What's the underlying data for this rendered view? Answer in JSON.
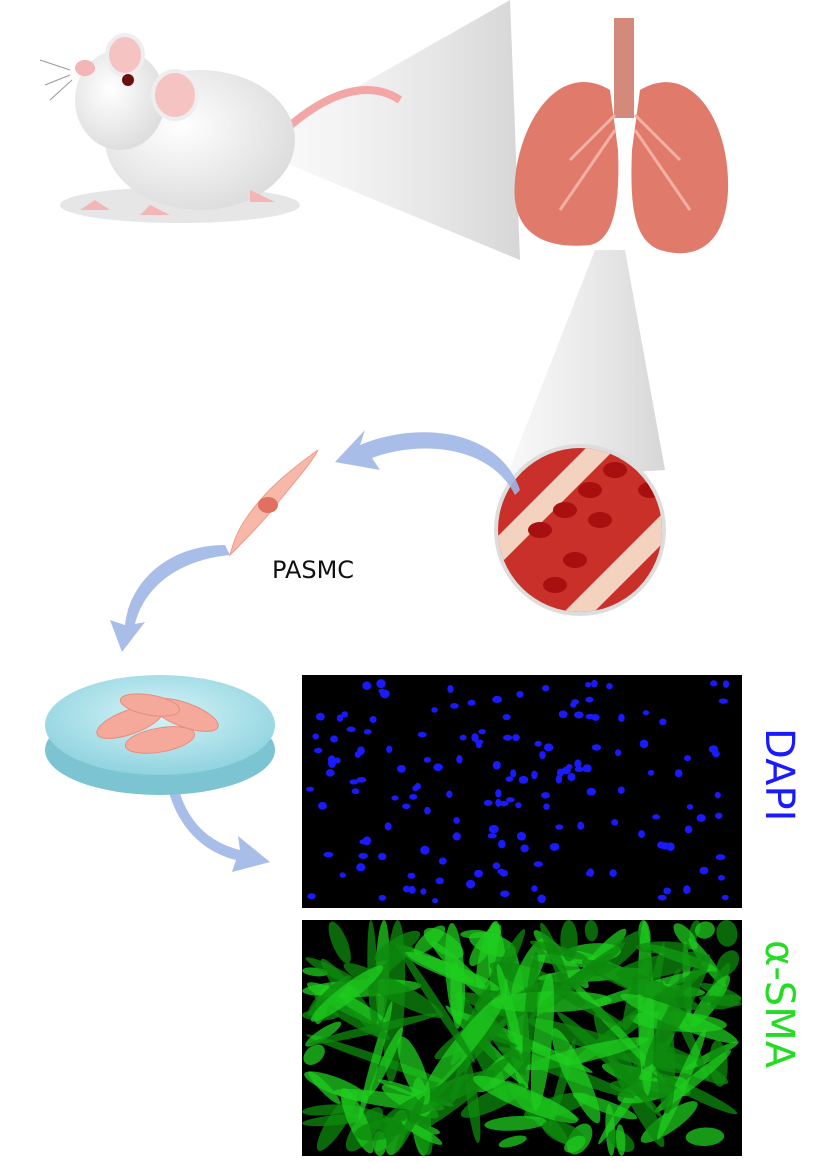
{
  "labels": {
    "cell_type": "PASMC",
    "stain_nuclei": "DAPI",
    "stain_marker": "α-SMA"
  },
  "colors": {
    "dapi": "#1a1aff",
    "sma": "#22dd22",
    "arrow": "#9fb6e6",
    "lung": "#e07a6a",
    "vessel": "#d8342a"
  },
  "icons": [
    "rat-illustration",
    "lungs-illustration",
    "blood-vessel-illustration",
    "smooth-muscle-cell-illustration",
    "petri-dish-illustration",
    "curved-arrow-icon"
  ]
}
